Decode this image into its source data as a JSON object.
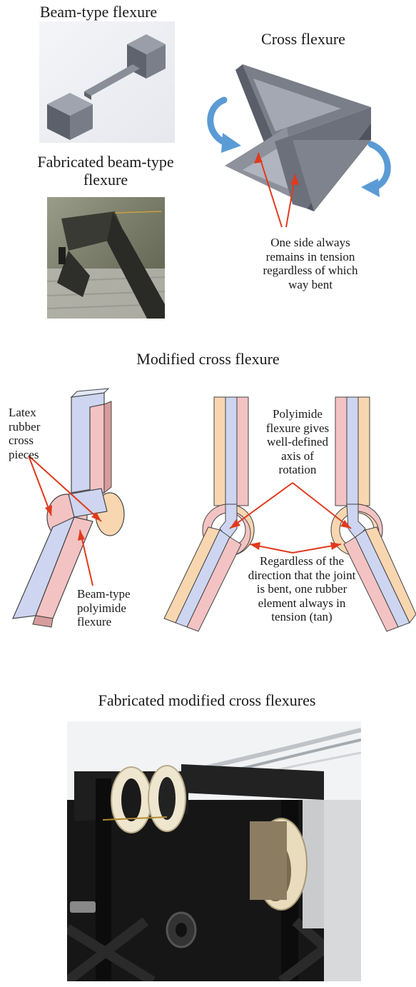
{
  "top": {
    "beam_title": "Beam-type flexure",
    "cross_title": "Cross flexure",
    "fabricated_title": "Fabricated beam-type\nflexure",
    "cross_note": "One side always\nremains in tension\nregardless of which\nway bent"
  },
  "middle": {
    "title": "Modified cross flexure",
    "latex_label": "Latex\nrubber\ncross\npieces",
    "beam_label": "Beam-type\npolyimide\nflexure",
    "polyimide_label": "Polyimide\nflexure gives\nwell-defined\naxis of\nrotation",
    "regardless_label": "Regardless of the\ndirection that the joint\nis bent, one rubber\nelement always in\ntension (tan)"
  },
  "bottom": {
    "title": "Fabricated modified cross flexures"
  },
  "colors": {
    "annotation_arrow": "#e03a1e",
    "rotation_arrow": "#5b9bd5",
    "polyimide": "#cdd5f0",
    "rubber_pink": "#f3c3c3",
    "rubber_tan": "#f8d6b0",
    "cad_gray": "#6f737e"
  },
  "icons": {
    "rotation_arrows": "curved-arrow-icon",
    "annotation_arrows": "arrow-icon"
  }
}
